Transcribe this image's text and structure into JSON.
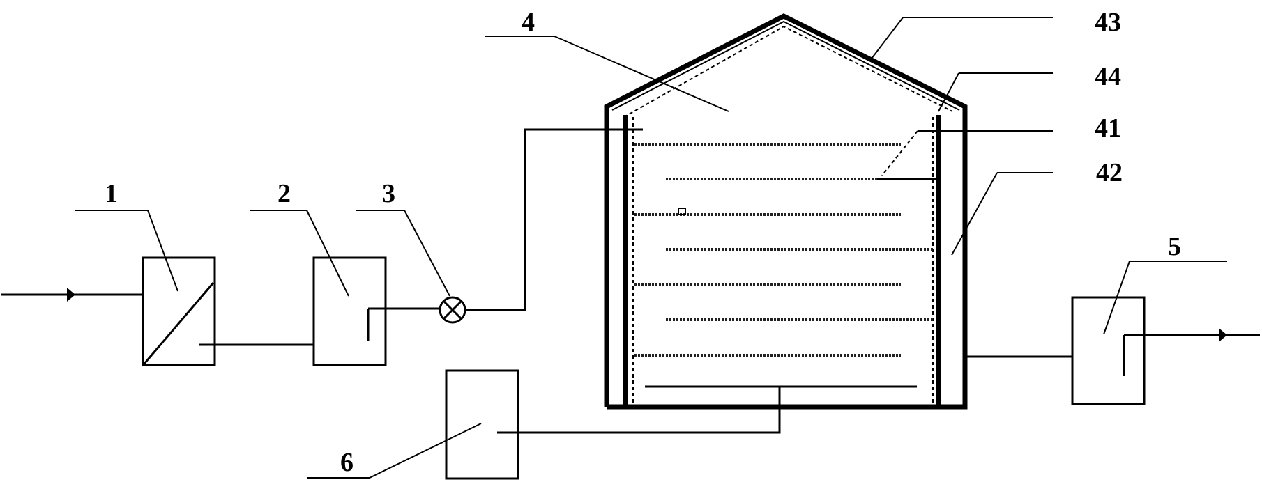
{
  "labels": {
    "l1": "1",
    "l2": "2",
    "l3": "3",
    "l4": "4",
    "l5": "5",
    "l6": "6",
    "l41": "41",
    "l42": "42",
    "l43": "43",
    "l44": "44"
  }
}
